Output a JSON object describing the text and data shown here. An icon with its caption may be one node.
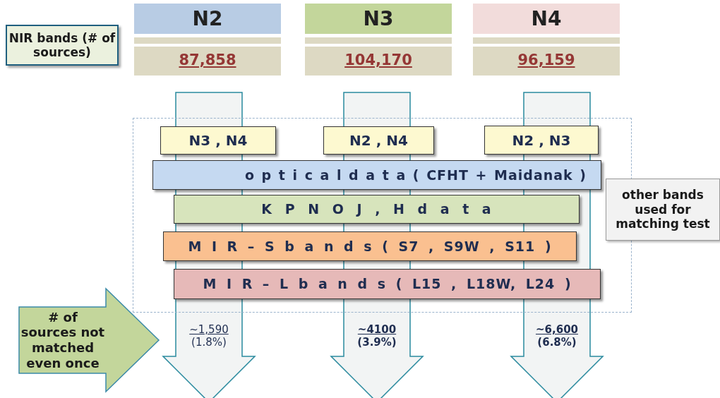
{
  "diagram": {
    "nodes": [
      {
        "text": [
          "NIR bands (# of sources)"
        ]
      },
      {
        "text": [
          "N2"
        ]
      },
      {
        "text": [
          "87,858"
        ]
      },
      {
        "text": [
          "N3"
        ]
      },
      {
        "text": [
          "104,170"
        ]
      },
      {
        "text": [
          "N4"
        ]
      },
      {
        "text": [
          "96,159"
        ]
      },
      {
        "text": [],
        "shape": "box"
      },
      {
        "text": [
          "N3 , N4"
        ],
        "in": 7
      },
      {
        "text": [
          "N2 , N4"
        ],
        "in": 7
      },
      {
        "text": [
          "N2 , N3"
        ],
        "in": 7
      },
      {
        "text": [
          "o p t i c a l d a t a ( CFHT + Maidanak )"
        ],
        "in": 7
      },
      {
        "text": [
          "K P N O J , H d a t a"
        ],
        "in": 7
      },
      {
        "text": [
          "M I R – S b a n d s ( S7 , S9W , S11 )"
        ],
        "in": 7
      },
      {
        "text": [
          "M I R – L b a n d s ( L15 , L18W, L24 )"
        ],
        "in": 7
      },
      {
        "text": [
          "other bands used for matching test"
        ]
      },
      {
        "text": [
          "# of sources not matched even once"
        ]
      },
      {
        "text": [
          "~1,590",
          "(1.8%)"
        ]
      },
      {
        "text": [
          "~4100",
          "(3.9%)"
        ]
      },
      {
        "text": [
          "~6,600",
          "(6.8%)"
        ]
      }
    ]
  }
}
